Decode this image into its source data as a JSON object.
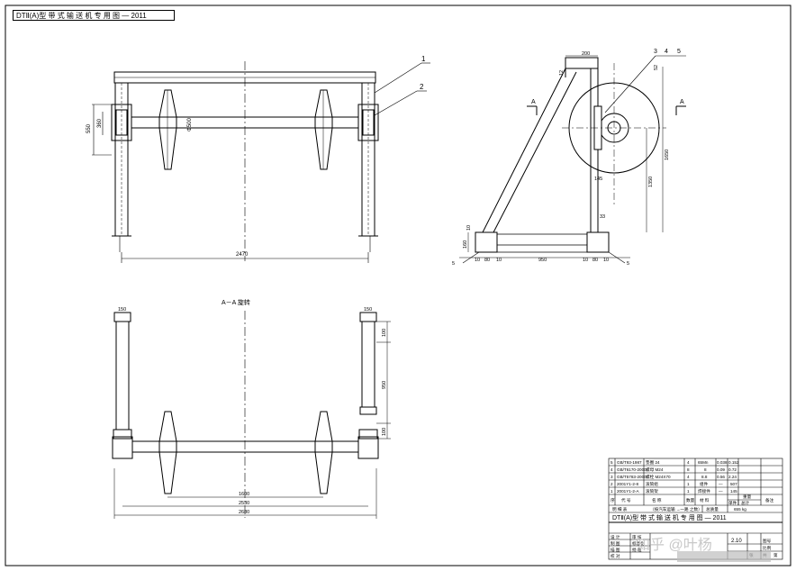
{
  "drawing": {
    "top_title": "DTⅡ(A)型 带 式 输 送 机 专 用 图 — 2011",
    "section_marker": "A",
    "section_title": "A－A 旋转",
    "callouts": [
      "1",
      "2",
      "3",
      "4",
      "5"
    ],
    "dims_front": {
      "overall_width": "2470",
      "side_height": "550",
      "inner_height": "360",
      "pulley_dia": "Φ500"
    },
    "dims_side": {
      "top_width": "200",
      "top_offset": "12",
      "dim_52": "52",
      "h1": "1650",
      "h2": "1350",
      "h3": "145",
      "h4": "33",
      "base_h": "160",
      "base_top": "10",
      "base_segments": [
        "10",
        "80",
        "10",
        "950",
        "10",
        "80",
        "10"
      ],
      "weld": "5"
    },
    "dims_section": {
      "left_top": "150",
      "right_top": "150",
      "r1": "100",
      "r2": "950",
      "r3": "100",
      "inner": "1600",
      "mid": "2530",
      "overall": "2680"
    }
  },
  "bom": {
    "rows": [
      {
        "no": "5",
        "code": "GB/T93-1987",
        "name": "垫圈 24",
        "qty": "4",
        "material": "65Mn",
        "unit": "0.038",
        "total": "0.152"
      },
      {
        "no": "4",
        "code": "GB/T6170-2000",
        "name": "螺母 M24",
        "qty": "8",
        "material": "8",
        "unit": "0.09",
        "total": "0.72"
      },
      {
        "no": "3",
        "code": "GB/T5783-2000",
        "name": "螺栓 M24X70",
        "qty": "4",
        "material": "8.8",
        "unit": "0.56",
        "total": "2.24"
      },
      {
        "no": "2",
        "code": "2001Y1-2-8",
        "name": "滚筒组",
        "qty": "1",
        "material": "组件",
        "unit": "—",
        "total": "507"
      },
      {
        "no": "1",
        "code": "2001Y1-2-A",
        "name": "滚筒架",
        "qty": "1",
        "material": "焊接件",
        "unit": "—",
        "total": "145"
      }
    ],
    "headers": [
      "序",
      "代  号",
      "名      称",
      "数量",
      "材  料",
      "重量",
      "备注"
    ],
    "sub_headers": [
      "单件",
      "总计"
    ],
    "weight_label": "(单件 总计) kg",
    "foot_left": "明    细    表",
    "foot_mid": "（按汽车运输 →一路 之数）",
    "total_label": "总质量",
    "total_value": "655 kg",
    "title": "DTⅡ(A)型 带 式 输 送 机 专 用 图 — 2011",
    "drawing_no": "2.10",
    "sheet_cells": [
      "图号",
      "比例",
      "张",
      "共",
      "第"
    ],
    "sign_rows": [
      "设 计",
      "制 图",
      "描 图",
      "校 对",
      "审 核",
      "标准化",
      "批 准"
    ],
    "watermark": "知乎 @叶杨"
  }
}
